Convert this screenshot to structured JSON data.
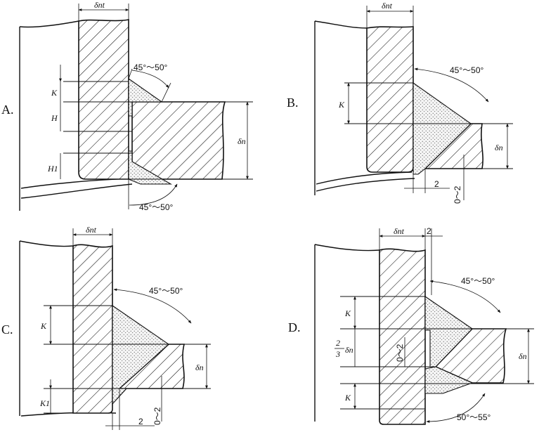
{
  "figures": {
    "A": {
      "label": "A.",
      "dims": {
        "shell_thickness": "δnt",
        "nozzle_thickness": "δn",
        "weld_size": "K",
        "height": "H",
        "height_lower": "H1"
      },
      "angles": {
        "upper": "45°～50°",
        "lower": "45°～50°"
      }
    },
    "B": {
      "label": "B.",
      "dims": {
        "shell_thickness": "δnt",
        "nozzle_thickness": "δn",
        "weld_size": "K",
        "gap": "2",
        "root": "0～2"
      },
      "angles": {
        "upper": "45°～50°"
      }
    },
    "C": {
      "label": "C.",
      "dims": {
        "shell_thickness": "δnt",
        "nozzle_thickness": "δn",
        "weld_size": "K",
        "weld_size_lower": "K1",
        "gap": "2",
        "root": "0～2"
      },
      "angles": {
        "upper": "45°～50°"
      }
    },
    "D": {
      "label": "D.",
      "dims": {
        "shell_thickness": "δnt",
        "nozzle_thickness": "δn",
        "weld_size_upper": "K",
        "weld_size_lower": "K",
        "fraction_num": "2",
        "fraction_den": "3",
        "fraction_var": "δn",
        "gap_top": "2",
        "root": "0～2"
      },
      "angles": {
        "upper": "45°～50°",
        "lower": "50°～55°"
      }
    }
  }
}
